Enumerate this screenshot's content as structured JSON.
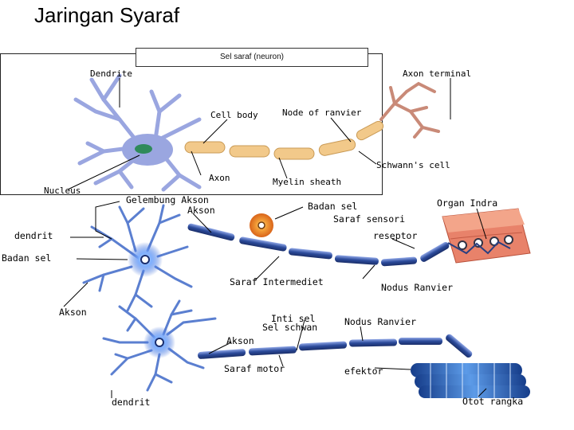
{
  "slide": {
    "title": "Jaringan Syaraf"
  },
  "figure_top": {
    "caption": "Sel saraf (neuron)",
    "labels": {
      "dendrite": "Dendrite",
      "axon_terminal": "Axon terminal",
      "cell_body": "Cell body",
      "node_of_ranvier": "Node of ranvier",
      "schwanns_cell": "Schwann's cell",
      "axon": "Axon",
      "myelin_sheath": "Myelin sheath",
      "nucleus": "Nucleus"
    }
  },
  "figure_bottom": {
    "labels": {
      "gelembung_akson": "Gelembung Akson",
      "akson_1": "Akson",
      "badan_sel_1": "Badan sel",
      "saraf_sensori": "Saraf sensori",
      "organ_indra": "Organ Indra",
      "reseptor": "reseptor",
      "dendrit_1": "dendrit",
      "badan_sel_2": "Badan sel",
      "saraf_intermediet": "Saraf Intermediet",
      "nodus_ranvier_1": "Nodus Ranvier",
      "akson_2": "Akson",
      "inti_sel": "Inti sel",
      "sel_schwan": "Sel schwan",
      "nodus_ranvier_2": "Nodus Ranvier",
      "akson_3": "Akson",
      "saraf_motor": "Saraf motor",
      "efektor": "efektor",
      "dendrit_2": "dendrit",
      "otot_rangka": "Otot rangka"
    }
  },
  "colors": {
    "neuron_top": "#9aa6e0",
    "myelin": "#f2c98a",
    "axon_blue": "#3f5fa8",
    "nucleus_blue": "#6fa0e8",
    "organ": "#e8826a",
    "muscle": "#2f6fc0",
    "orange_cell": "#f08a24"
  }
}
